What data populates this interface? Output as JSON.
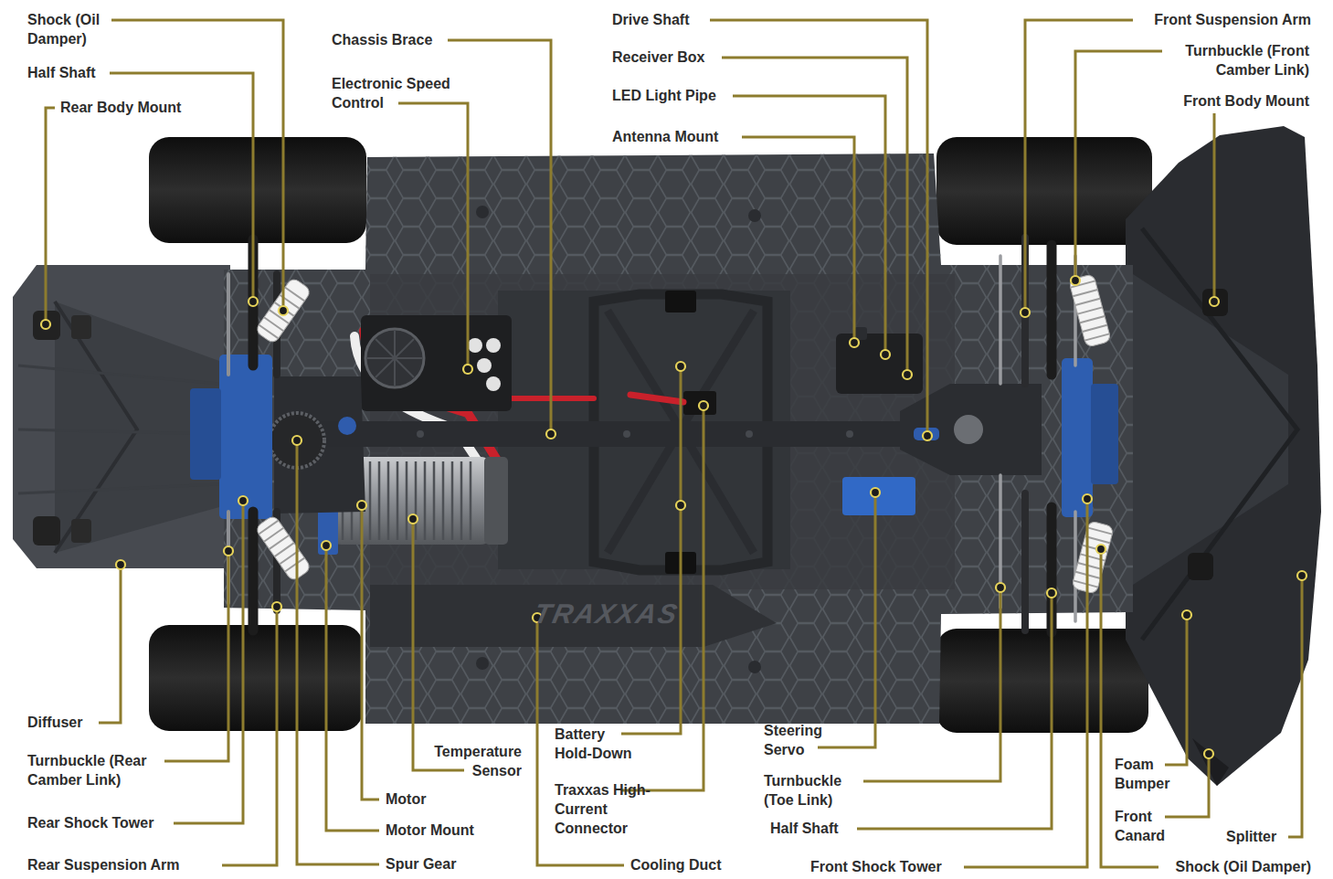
{
  "diagram": {
    "labels": [
      "Shock (Oil Damper)",
      "Half Shaft",
      "Rear Body Mount",
      "Chassis Brace",
      "Electronic Speed Control",
      "Drive Shaft",
      "Receiver Box",
      "LED Light Pipe",
      "Antenna Mount",
      "Front Suspension Arm",
      "Turnbuckle (Front Camber Link)",
      "Front Body Mount",
      "Diffuser",
      "Turnbuckle (Rear Camber Link)",
      "Rear Shock Tower",
      "Rear Suspension Arm",
      "Temperature Sensor",
      "Motor",
      "Motor Mount",
      "Spur Gear",
      "Battery Hold-Down",
      "Traxxas High-Current Connector",
      "Cooling Duct",
      "Steering Servo",
      "Turnbuckle (Toe Link)",
      "Half Shaft",
      "Front Shock Tower",
      "Foam Bumper",
      "Front Canard",
      "Splitter",
      "Shock (Oil Damper)",
      "TRAXXAS"
    ]
  }
}
